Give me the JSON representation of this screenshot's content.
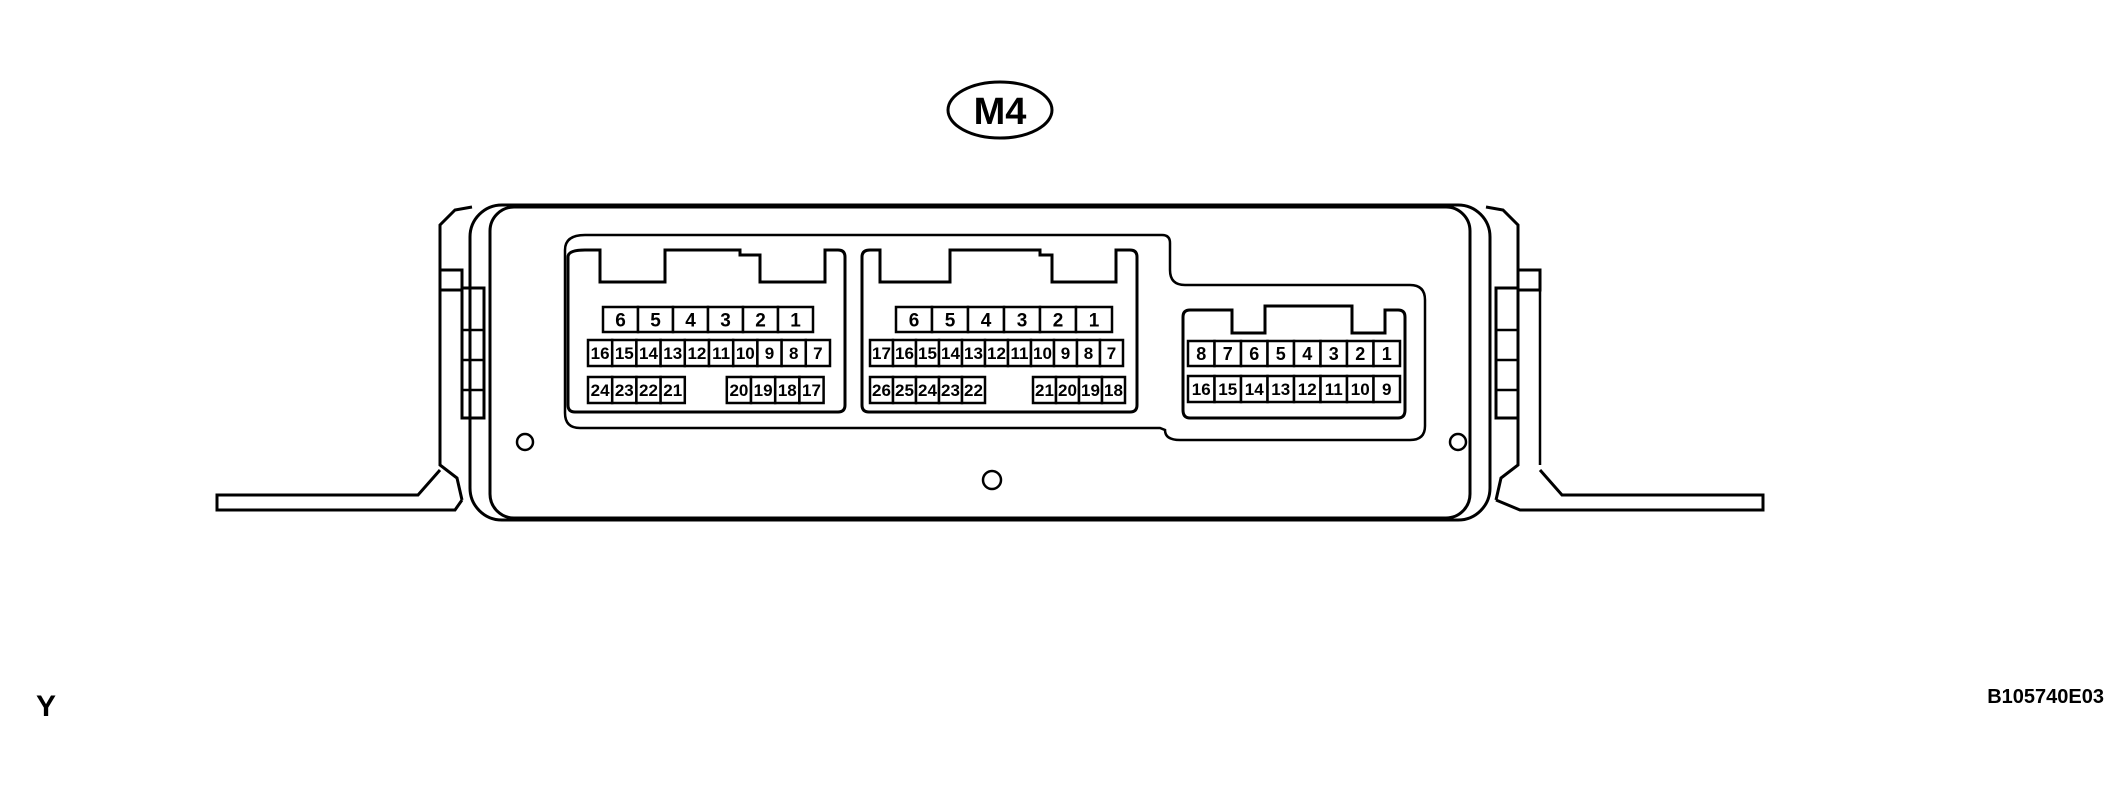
{
  "connector": {
    "label": "M4"
  },
  "connector_a": {
    "rows": [
      [
        "6",
        "5",
        "4",
        "3",
        "2",
        "1"
      ],
      [
        "16",
        "15",
        "14",
        "13",
        "12",
        "11",
        "10",
        "9",
        "8",
        "7"
      ],
      [
        "24",
        "23",
        "22",
        "21",
        "20",
        "19",
        "18",
        "17"
      ]
    ]
  },
  "connector_b": {
    "rows": [
      [
        "6",
        "5",
        "4",
        "3",
        "2",
        "1"
      ],
      [
        "17",
        "16",
        "15",
        "14",
        "13",
        "12",
        "11",
        "10",
        "9",
        "8",
        "7"
      ],
      [
        "26",
        "25",
        "24",
        "23",
        "22",
        "21",
        "20",
        "19",
        "18"
      ]
    ]
  },
  "connector_c": {
    "rows": [
      [
        "8",
        "7",
        "6",
        "5",
        "4",
        "3",
        "2",
        "1"
      ],
      [
        "16",
        "15",
        "14",
        "13",
        "12",
        "11",
        "10",
        "9"
      ]
    ]
  },
  "footer": {
    "left_code": "Y",
    "right_code": "B105740E03"
  }
}
